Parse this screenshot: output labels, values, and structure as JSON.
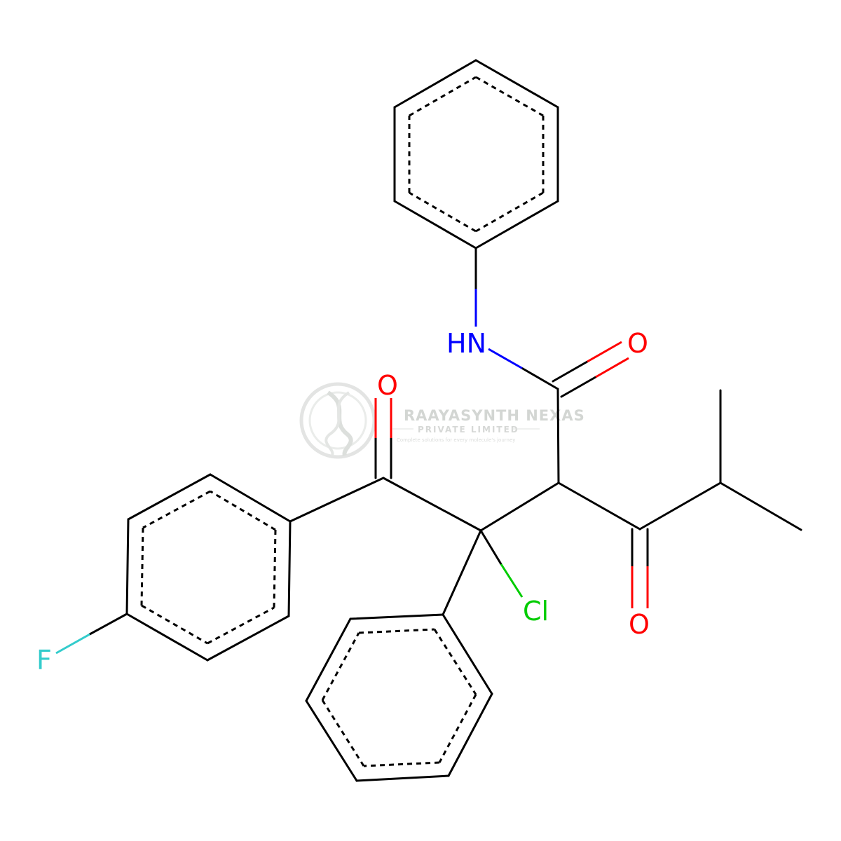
{
  "atoms": {
    "nh": "HN",
    "o_amide": "O",
    "o_ketone_left": "O",
    "o_ketone_right": "O",
    "cl": "Cl",
    "f": "F"
  },
  "colors": {
    "bond": "#000000",
    "nitrogen": "#0000ff",
    "oxygen": "#ff0000",
    "chlorine": "#00cc00",
    "fluorine": "#33cccc",
    "watermark": "#cfd2cf"
  },
  "watermark": {
    "title": "RAAYASYNTH NEXAS",
    "subtitle": "PRIVATE LIMITED",
    "tagline": "Complete solutions for every molecule's journey"
  }
}
